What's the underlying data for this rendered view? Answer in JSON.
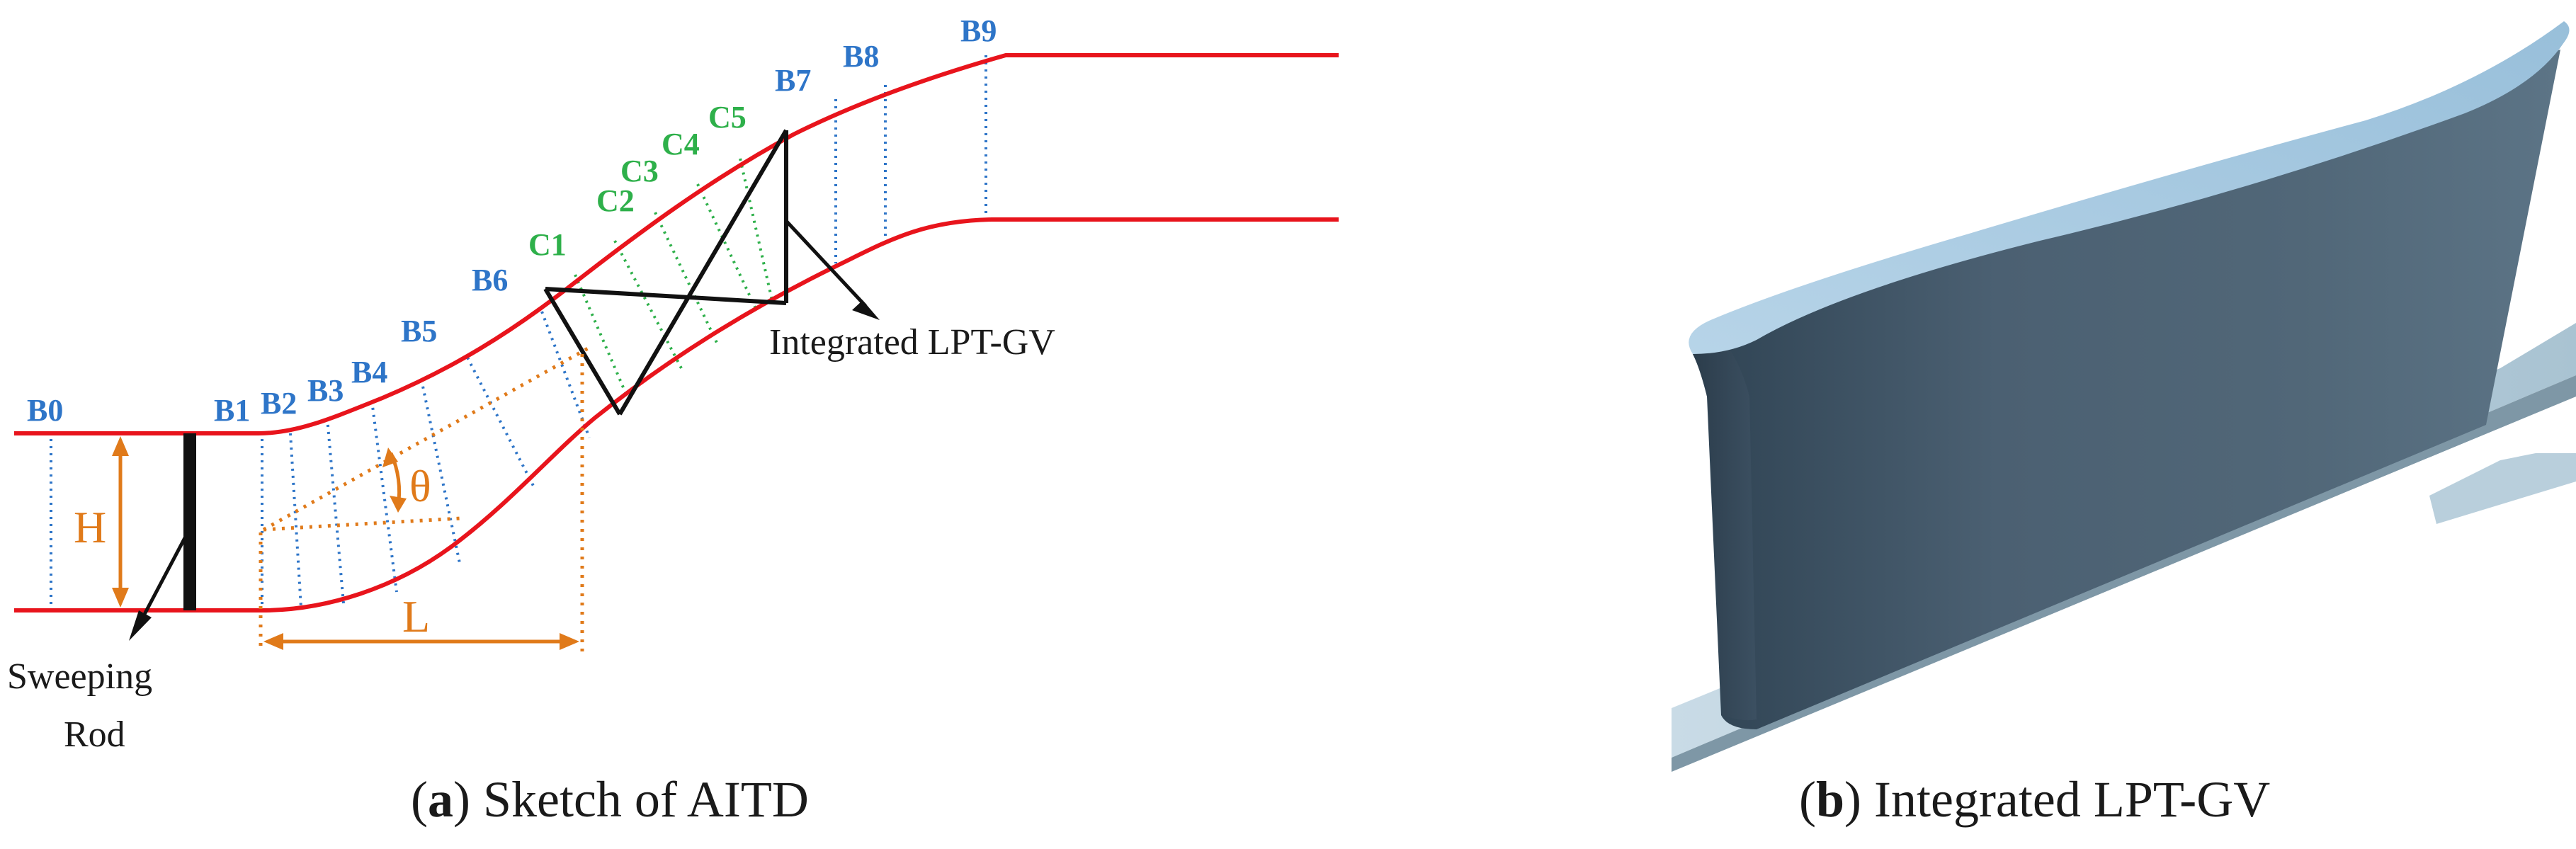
{
  "sketch": {
    "station_labels": [
      "B0",
      "B1",
      "B2",
      "B3",
      "B4",
      "B5",
      "B6",
      "B7",
      "B8",
      "B9"
    ],
    "cascade_labels": [
      "C1",
      "C2",
      "C3",
      "C4",
      "C5"
    ],
    "dim_height": "H",
    "dim_length": "L",
    "dim_angle": "θ",
    "rod_label_line1": "Sweeping",
    "rod_label_line2": "Rod",
    "vane_label": "Integrated LPT-GV"
  },
  "captions": {
    "a_letter": "a",
    "a_text": " Sketch of AITD",
    "b_letter": "b",
    "b_text": " Integrated LPT-GV"
  },
  "colors": {
    "wall": "#e8141c",
    "stations": "#2e75c8",
    "cascades": "#2eb04a",
    "dimensions": "#e07a1a",
    "vane_body": "#4a5e70",
    "vane_top": "#a8cbe3"
  }
}
